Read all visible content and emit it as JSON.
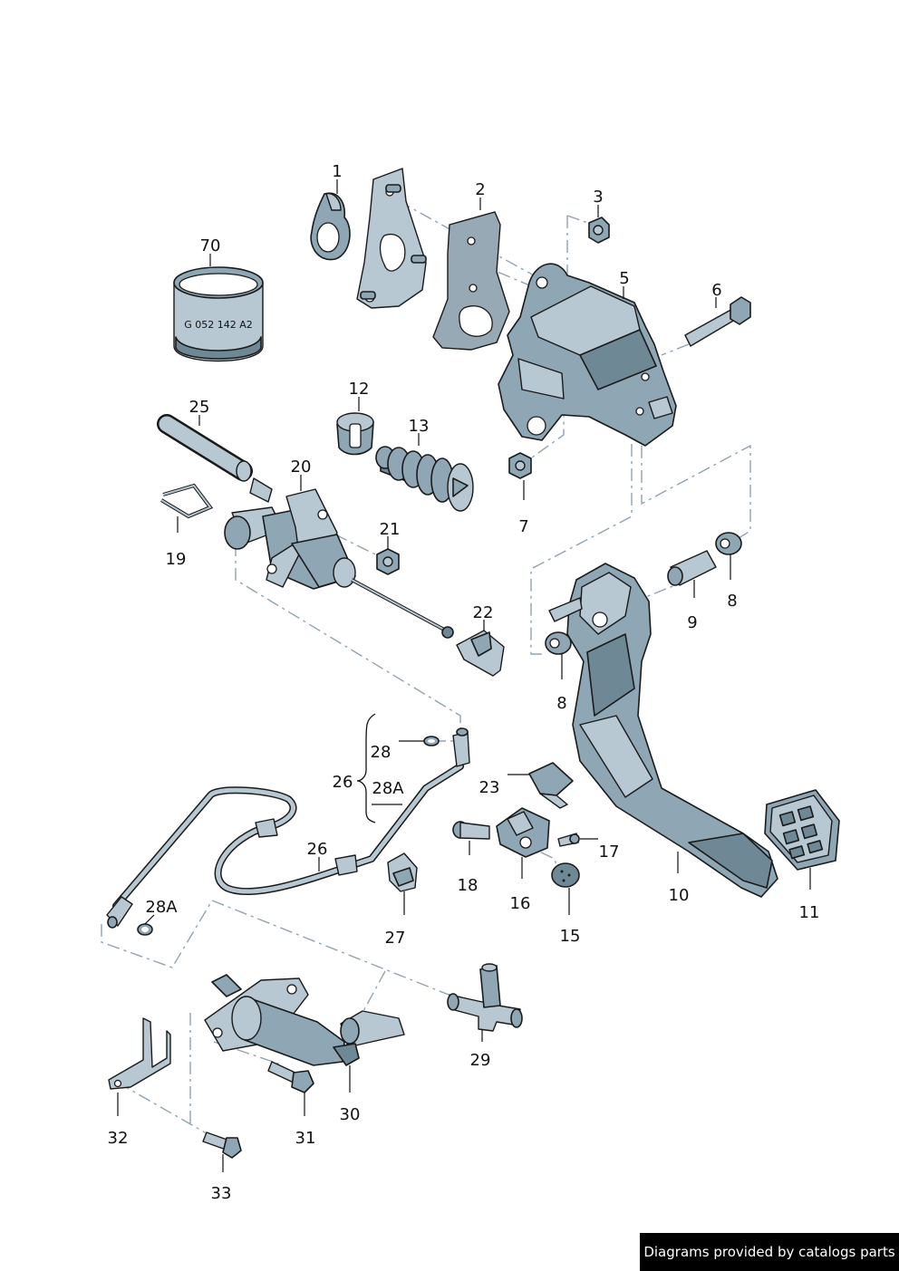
{
  "labels": {
    "l1": "1",
    "l2": "2",
    "l3": "3",
    "l5": "5",
    "l6": "6",
    "l7": "7",
    "l8a": "8",
    "l8b": "8",
    "l9": "9",
    "l10": "10",
    "l11": "11",
    "l12": "12",
    "l13": "13",
    "l15": "15",
    "l16": "16",
    "l17": "17",
    "l18": "18",
    "l19": "19",
    "l20": "20",
    "l21": "21",
    "l22": "22",
    "l23": "23",
    "l25": "25",
    "l26a": "26",
    "l26b": "26",
    "l27": "27",
    "l28": "28",
    "l28A": "28A",
    "l28Ab": "28A",
    "l29": "29",
    "l30": "30",
    "l31": "31",
    "l32": "32",
    "l33": "33",
    "l70": "70"
  },
  "part_marking": "G 052 142 A2",
  "credit": "Diagrams provided by catalogs parts"
}
